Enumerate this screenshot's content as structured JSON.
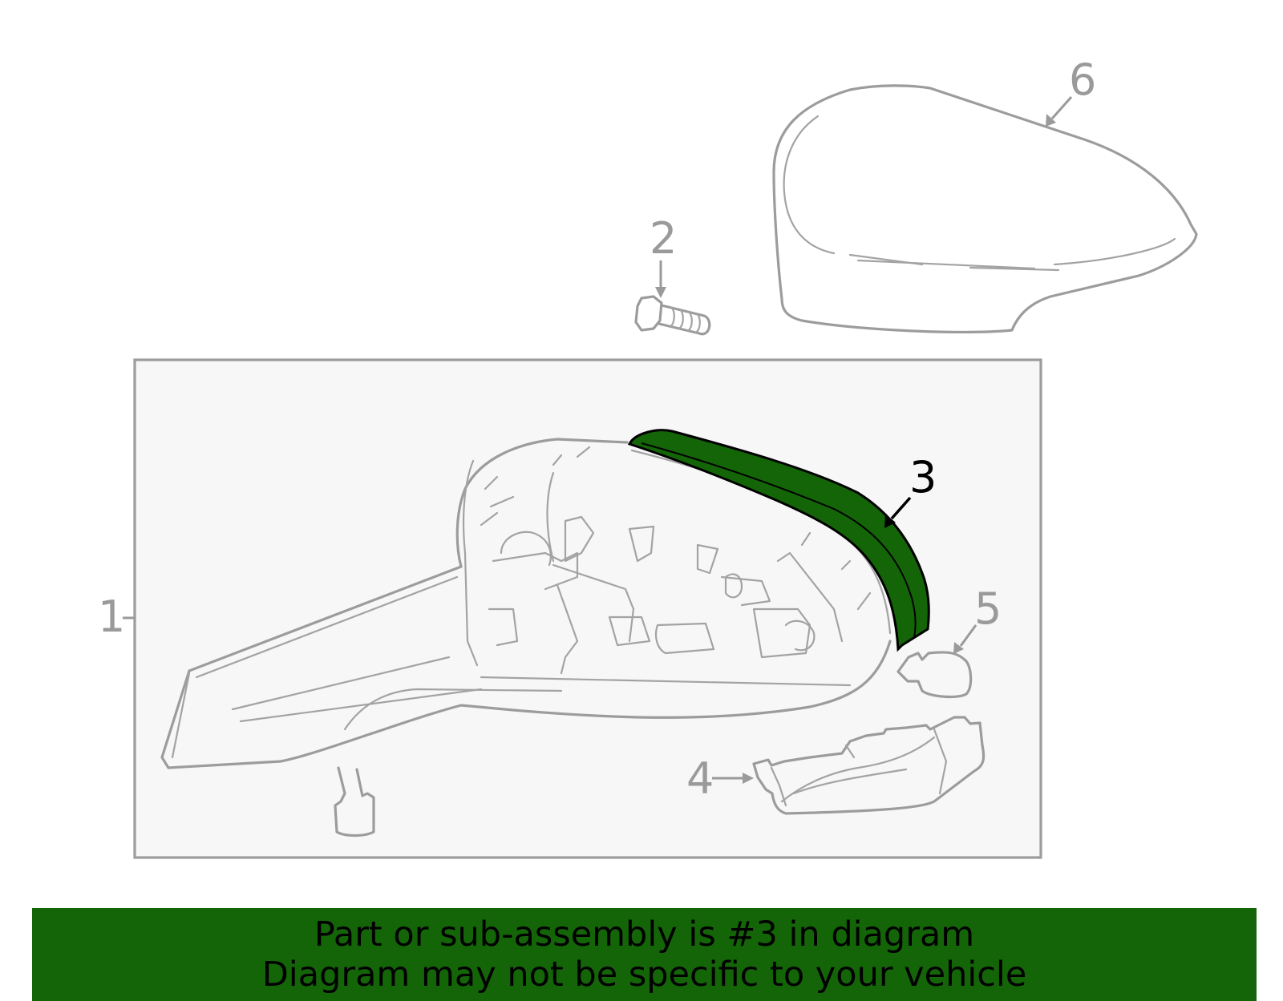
{
  "callouts": {
    "part1": "1",
    "part2": "2",
    "part3": "3",
    "part4": "4",
    "part5": "5",
    "part6": "6"
  },
  "highlighted_part": "3",
  "colors": {
    "highlight": "#146508",
    "line": "#9c9c9c",
    "subassembly_box_fill": "#f7f7f7"
  },
  "banner": {
    "line1": "Part or sub-assembly is #3 in diagram",
    "line2": "Diagram may not be specific to your vehicle"
  }
}
